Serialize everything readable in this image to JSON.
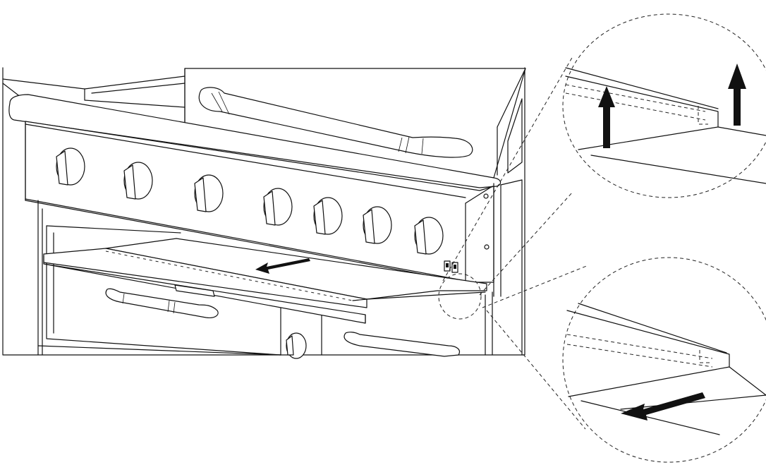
{
  "figure": {
    "main_view": "grill-front-with-drip-tray",
    "detail_views": [
      "detail-lift-tray",
      "detail-slide-tray-out"
    ],
    "icons": {
      "lift_arrows": "up-arrow-icon",
      "remove_arrow": "down-left-arrow-icon",
      "main_arrow": "down-left-arrow-icon"
    },
    "colors": {
      "line": "#111111",
      "background": "#ffffff"
    }
  }
}
